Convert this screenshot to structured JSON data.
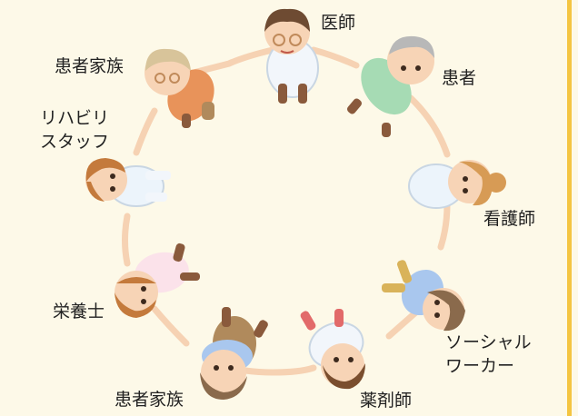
{
  "diagram": {
    "accent_color": "#f4c542",
    "background_color": "#fdf9e8",
    "roles": [
      {
        "id": "doctor",
        "label": "医師",
        "icon": "doctor-icon"
      },
      {
        "id": "patient",
        "label": "患者",
        "icon": "elderly-patient-icon"
      },
      {
        "id": "nurse",
        "label": "看護師",
        "icon": "nurse-icon"
      },
      {
        "id": "social-worker",
        "label_lines": [
          "ソーシャル",
          "ワーカー"
        ],
        "icon": "social-worker-icon"
      },
      {
        "id": "pharmacist",
        "label": "薬剤師",
        "icon": "pharmacist-icon"
      },
      {
        "id": "family-2",
        "label": "患者家族",
        "icon": "family-member-icon"
      },
      {
        "id": "dietitian",
        "label": "栄養士",
        "icon": "dietitian-icon"
      },
      {
        "id": "rehab",
        "label_lines": [
          "リハビリ",
          "スタッフ"
        ],
        "icon": "rehab-staff-icon"
      },
      {
        "id": "family-1",
        "label": "患者家族",
        "icon": "elderly-family-icon"
      }
    ]
  }
}
